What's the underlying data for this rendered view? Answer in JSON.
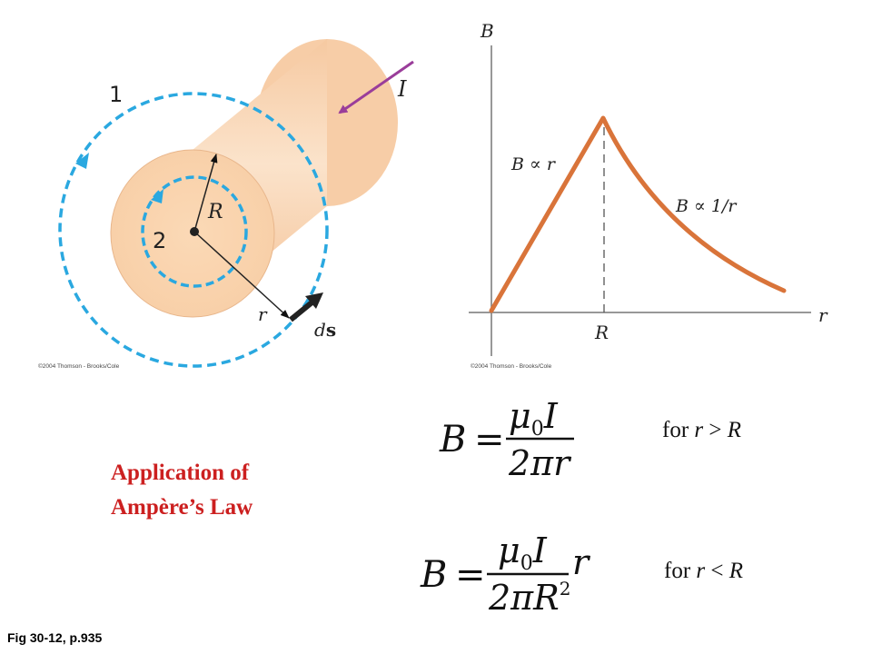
{
  "left_figure": {
    "loop1_label": "1",
    "loop2_label": "2",
    "current_label": "I",
    "radius_label": "R",
    "r_label": "r",
    "ds_label_d": "d",
    "ds_label_s": "s",
    "copyright": "©2004 Thomson - Brooks/Cole",
    "colors": {
      "cylinder": "#f9d2ae",
      "loop": "#2aa8e0",
      "current_arrow": "#9a3d9a"
    }
  },
  "graph": {
    "ylabel": "B",
    "xlabel": "r",
    "tick_R": "R",
    "label_linear": "B ∝ r",
    "label_inverse": "B ∝ 1/r",
    "copyright": "©2004 Thomson - Brooks/Cole",
    "colors": {
      "curve": "#d9743a"
    }
  },
  "equation_outside": {
    "lhs": "B",
    "eq": "=",
    "numerator_mu": "μ",
    "numerator_sub": "0",
    "numerator_I": "I",
    "denominator": "2πr",
    "condition_for": "for",
    "condition_var": "r",
    "condition_op": ">",
    "condition_R": "R"
  },
  "equation_inside": {
    "lhs": "B",
    "eq": "=",
    "numerator_mu": "μ",
    "numerator_sub": "0",
    "numerator_I": "I",
    "denominator": "2πR",
    "denominator_exp": "2",
    "factor": "r",
    "condition_for": "for",
    "condition_var": "r",
    "condition_op": "<",
    "condition_R": "R"
  },
  "title": {
    "line1": "Application of",
    "line2": "Ampère’s Law",
    "color": "#cc2020"
  },
  "figure_reference": "Fig 30-12, p.935"
}
